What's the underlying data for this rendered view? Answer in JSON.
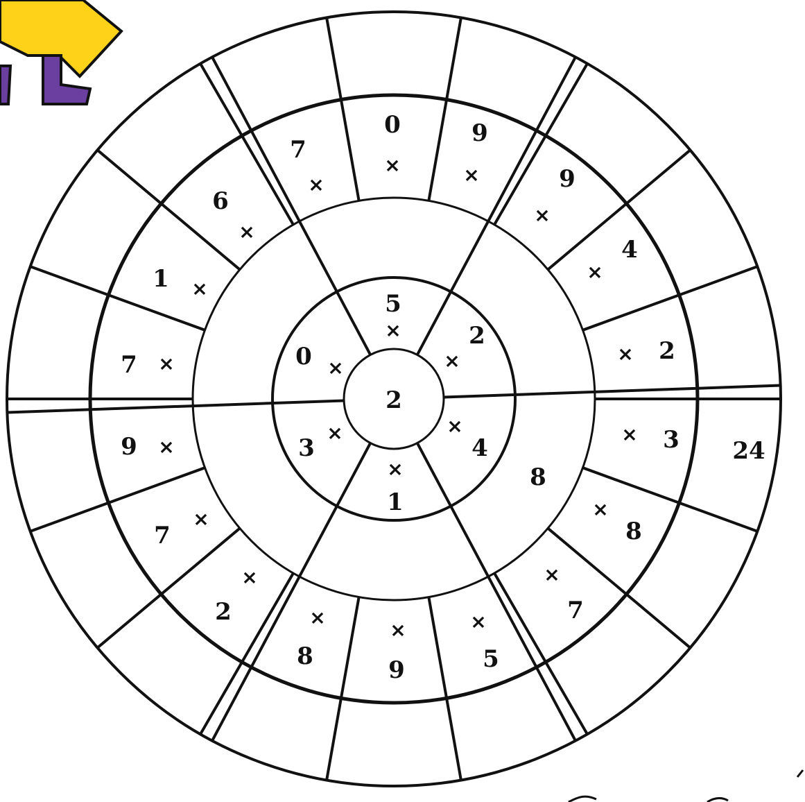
{
  "puzzle": {
    "center": "2",
    "inner_ring": [
      {
        "n": "5"
      },
      {
        "n": "2"
      },
      {
        "n": "4"
      },
      {
        "n": "1"
      },
      {
        "n": "3"
      },
      {
        "n": "0"
      }
    ],
    "middle_ring_note": "8",
    "outer_ring": [
      {
        "n": "0"
      },
      {
        "n": "9"
      },
      {
        "n": "9"
      },
      {
        "n": "4"
      },
      {
        "n": "2"
      },
      {
        "n": "3"
      },
      {
        "n": "8"
      },
      {
        "n": "7"
      },
      {
        "n": "5"
      },
      {
        "n": "9"
      },
      {
        "n": "8"
      },
      {
        "n": "2"
      },
      {
        "n": "7"
      },
      {
        "n": "9"
      },
      {
        "n": "7"
      },
      {
        "n": "1"
      },
      {
        "n": "6"
      },
      {
        "n": "7"
      }
    ],
    "times_symbol": "×",
    "answer_example": "24"
  },
  "colors": {
    "ink": "#111111",
    "mascot_yellow": "#FFD21A",
    "mascot_purple": "#6A3FA0"
  },
  "decor": {
    "mascot": "yellow-purple-cartoon-corner"
  }
}
